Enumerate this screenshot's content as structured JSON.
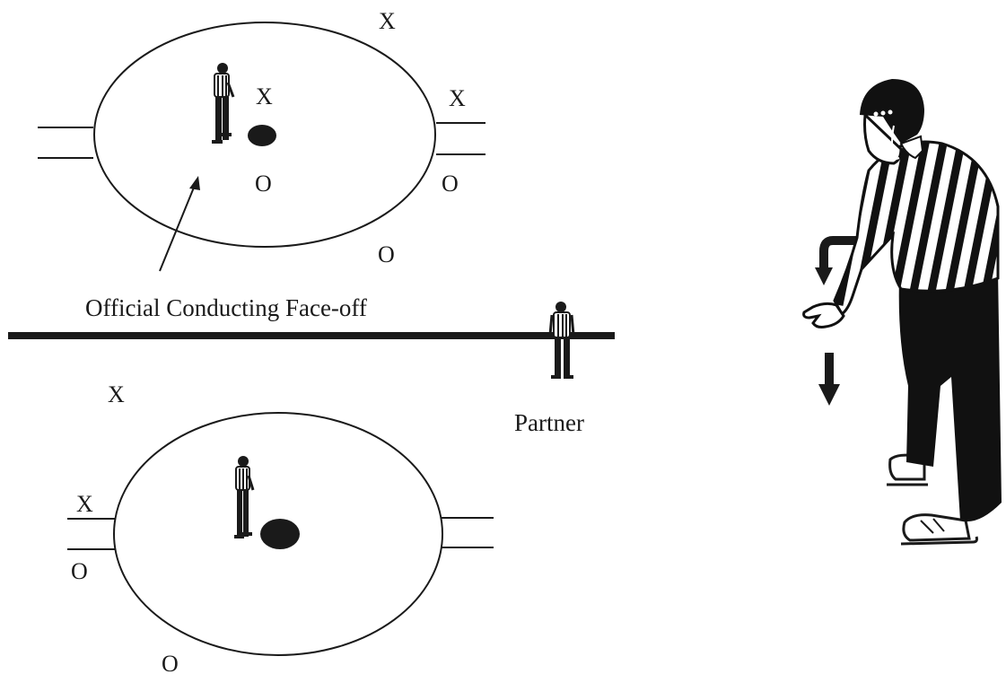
{
  "labels": {
    "official": "Official Conducting Face-off",
    "partner": "Partner"
  },
  "marks": {
    "top_x_outside": "X",
    "top_x_center": "X",
    "top_x_right": "X",
    "top_o_center": "O",
    "top_o_right": "O",
    "top_o_bottom": "O",
    "bottom_x_above": "X",
    "bottom_x_left": "X",
    "bottom_o_left": "O",
    "bottom_o_bottom": "O"
  },
  "colors": {
    "ink": "#1a1a1a",
    "background": "#ffffff"
  }
}
